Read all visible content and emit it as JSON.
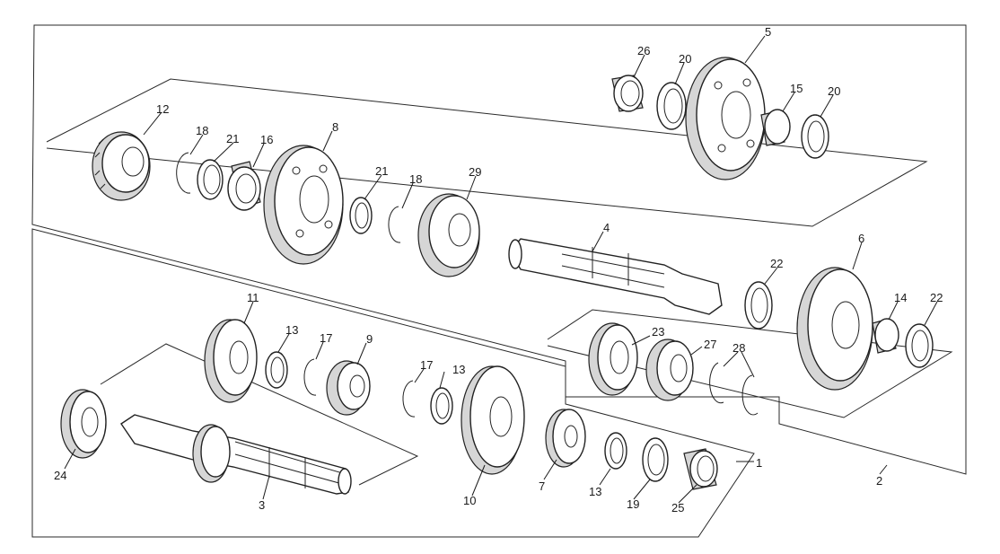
{
  "callouts": {
    "c1": "1",
    "c2": "2",
    "c3": "3",
    "c4": "4",
    "c5": "5",
    "c6": "6",
    "c7": "7",
    "c8": "8",
    "c9": "9",
    "c10": "10",
    "c11": "11",
    "c12": "12",
    "c13a": "13",
    "c13b": "13",
    "c13c": "13",
    "c14": "14",
    "c15": "15",
    "c16": "16",
    "c17a": "17",
    "c17b": "17",
    "c18a": "18",
    "c18b": "18",
    "c19": "19",
    "c20a": "20",
    "c20b": "20",
    "c21a": "21",
    "c21b": "21",
    "c22a": "22",
    "c22b": "22",
    "c23": "23",
    "c24": "24",
    "c25": "25",
    "c26": "26",
    "c27": "27",
    "c28": "28",
    "c29": "29"
  }
}
